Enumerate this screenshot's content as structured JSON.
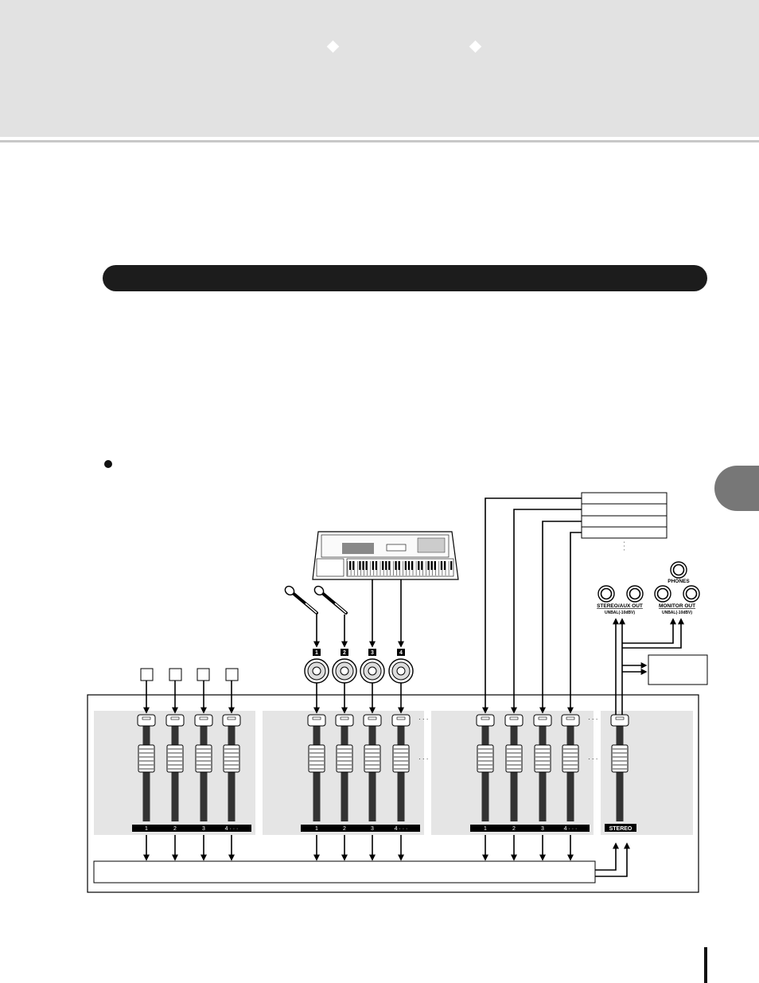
{
  "diagram": {
    "jacks": {
      "phones": "PHONES",
      "stereo_aux_out": "STEREO/AUX OUT",
      "stereo_aux_sub": "UNBAL(-10dBV)",
      "monitor_out": "MONITOR OUT",
      "monitor_sub": "UNBAL(-10dBV)"
    },
    "input_numbers": [
      "1",
      "2",
      "3",
      "4"
    ],
    "channel_groups": [
      {
        "labels": [
          "1",
          "2",
          "3",
          "4 · · ·"
        ]
      },
      {
        "labels": [
          "1",
          "2",
          "3",
          "4 · · ·"
        ]
      },
      {
        "labels": [
          "1",
          "2",
          "3",
          "4 · · ·"
        ]
      }
    ],
    "stereo_label": "STEREO",
    "ellipsis": "· · ·"
  }
}
